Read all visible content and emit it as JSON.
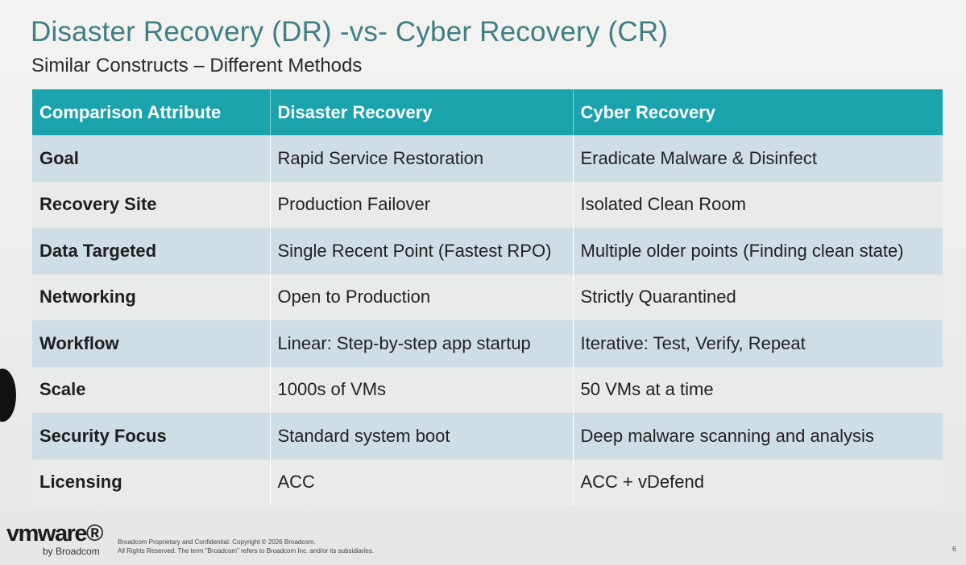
{
  "slide": {
    "title": "Disaster Recovery (DR) -vs- Cyber Recovery (CR)",
    "subtitle": "Similar Constructs – Different Methods"
  },
  "table": {
    "headers": [
      "Comparison Attribute",
      "Disaster Recovery",
      "Cyber Recovery"
    ],
    "rows": [
      [
        "Goal",
        "Rapid Service Restoration",
        "Eradicate Malware & Disinfect"
      ],
      [
        "Recovery Site",
        "Production Failover",
        "Isolated Clean Room"
      ],
      [
        "Data Targeted",
        "Single Recent Point (Fastest RPO)",
        "Multiple older points (Finding clean state)"
      ],
      [
        "Networking",
        "Open to Production",
        "Strictly Quarantined"
      ],
      [
        "Workflow",
        "Linear: Step-by-step app startup",
        "Iterative: Test, Verify, Repeat"
      ],
      [
        "Scale",
        "1000s of VMs",
        "50 VMs at a time"
      ],
      [
        "Security Focus",
        "Standard system boot",
        "Deep malware scanning and analysis"
      ],
      [
        "Licensing",
        "ACC",
        "ACC + vDefend"
      ]
    ]
  },
  "footer": {
    "logo_main": "vmware®",
    "logo_sub": "by Broadcom",
    "legal_line1": "Broadcom Proprietary and Confidential. Copyright © 2026 Broadcom.",
    "legal_line2": "All Rights Reserved. The term \"Broadcom\" refers to Broadcom Inc. and/or its subsidiaries.",
    "page_number": "6"
  },
  "colors": {
    "title": "#3f7f84",
    "header_bg": "#1ba3ad",
    "row_odd": "#cfdde4",
    "row_even": "#e9eaea"
  }
}
